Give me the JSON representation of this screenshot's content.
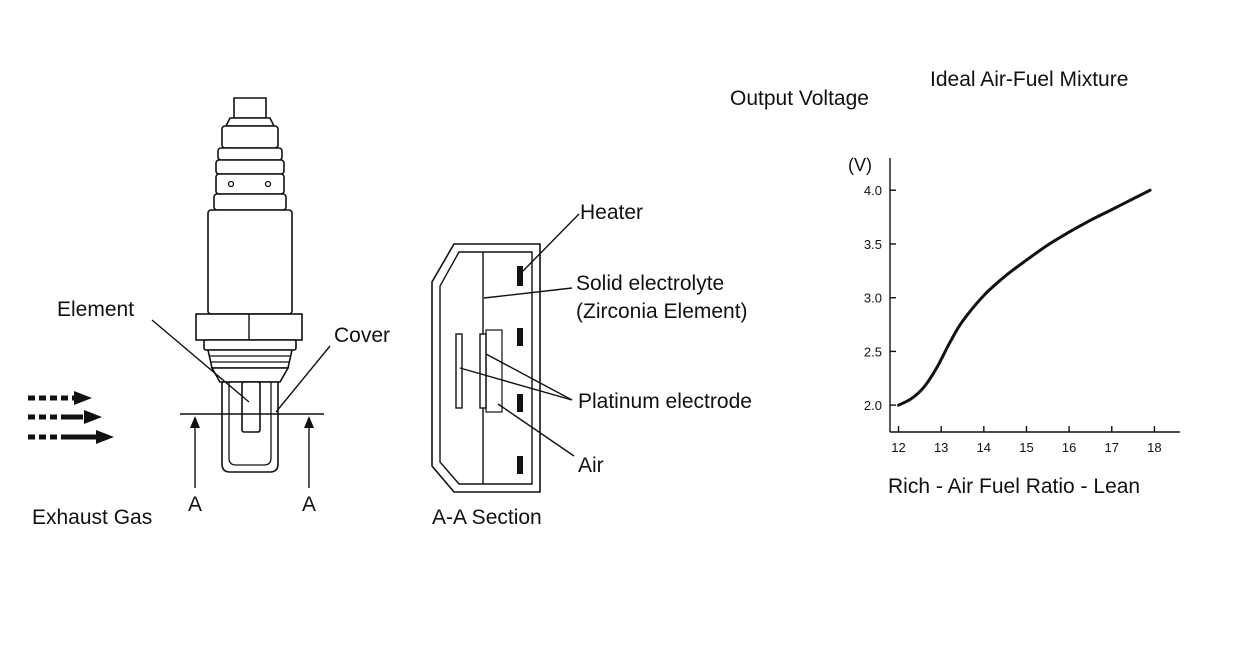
{
  "sensor": {
    "element_label": "Element",
    "cover_label": "Cover",
    "section_marker": "A",
    "exhaust_label": "Exhaust Gas"
  },
  "section": {
    "title": "A-A Section",
    "heater_label": "Heater",
    "electrolyte_label_line1": "Solid electrolyte",
    "electrolyte_label_line2": "(Zirconia Element)",
    "electrode_label": "Platinum electrode",
    "air_label": "Air"
  },
  "chart_data": {
    "type": "line",
    "title": "Ideal Air-Fuel Mixture",
    "ylabel": "Output Voltage",
    "yunit": "(V)",
    "xlabel": "Rich - Air Fuel Ratio - Lean",
    "xlim": [
      11.8,
      18.6
    ],
    "ylim": [
      1.75,
      4.3
    ],
    "xticks": [
      12,
      13,
      14,
      15,
      16,
      17,
      18
    ],
    "yticks": [
      2.0,
      2.5,
      3.0,
      3.5,
      4.0
    ],
    "ytick_labels": [
      "2.0",
      "2.5",
      "3.0",
      "3.5",
      "4.0"
    ],
    "series": [
      {
        "x": [
          12.0,
          12.3,
          12.6,
          12.9,
          13.2,
          13.5,
          14.0,
          14.5,
          15.0,
          15.5,
          16.0,
          16.5,
          17.0,
          17.5,
          17.9
        ],
        "y": [
          2.0,
          2.06,
          2.17,
          2.35,
          2.58,
          2.78,
          3.02,
          3.2,
          3.35,
          3.49,
          3.61,
          3.72,
          3.82,
          3.92,
          4.0
        ]
      }
    ]
  }
}
